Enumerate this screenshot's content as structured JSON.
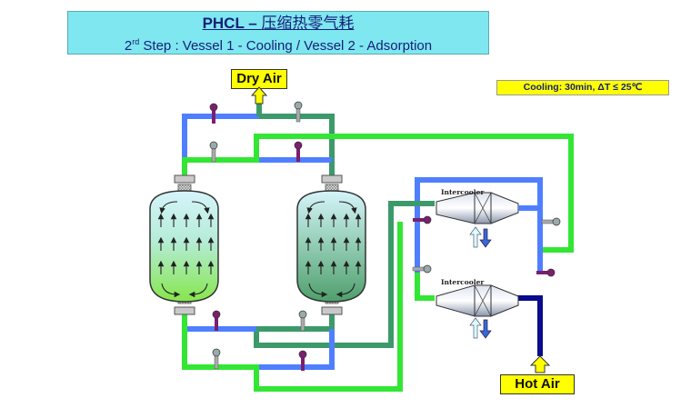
{
  "title": {
    "main_latin": "PHCL – ",
    "main_chinese": "压缩热零气耗",
    "sub_prefix": "2",
    "sub_sup": "rd",
    "sub_rest": " Step : Vessel 1 - Cooling /  Vessel 2 - Adsorption"
  },
  "status_note": "Cooling: 30min, ΔT ≤ 25℃",
  "labels": {
    "dry_air": "Dry Air",
    "hot_air": "Hot Air",
    "intercooler_top": "Intercooler",
    "intercooler_bottom": "Intercooler"
  },
  "colors": {
    "pipe_blue": "#4f7fff",
    "pipe_green": "#33e633",
    "pipe_darkgreen": "#3c9a6a",
    "pipe_navy": "#0a0a8c",
    "vessel1_fill": "#90ee60",
    "vessel2_fill": "#5aa97a",
    "label_yellow": "#ffff00",
    "title_bg": "#7fe7ef"
  },
  "icons": [
    "dry-air-arrow-icon",
    "hot-air-arrow-icon",
    "valve-icon",
    "intercooler-icon",
    "flow-arrow-icon"
  ]
}
